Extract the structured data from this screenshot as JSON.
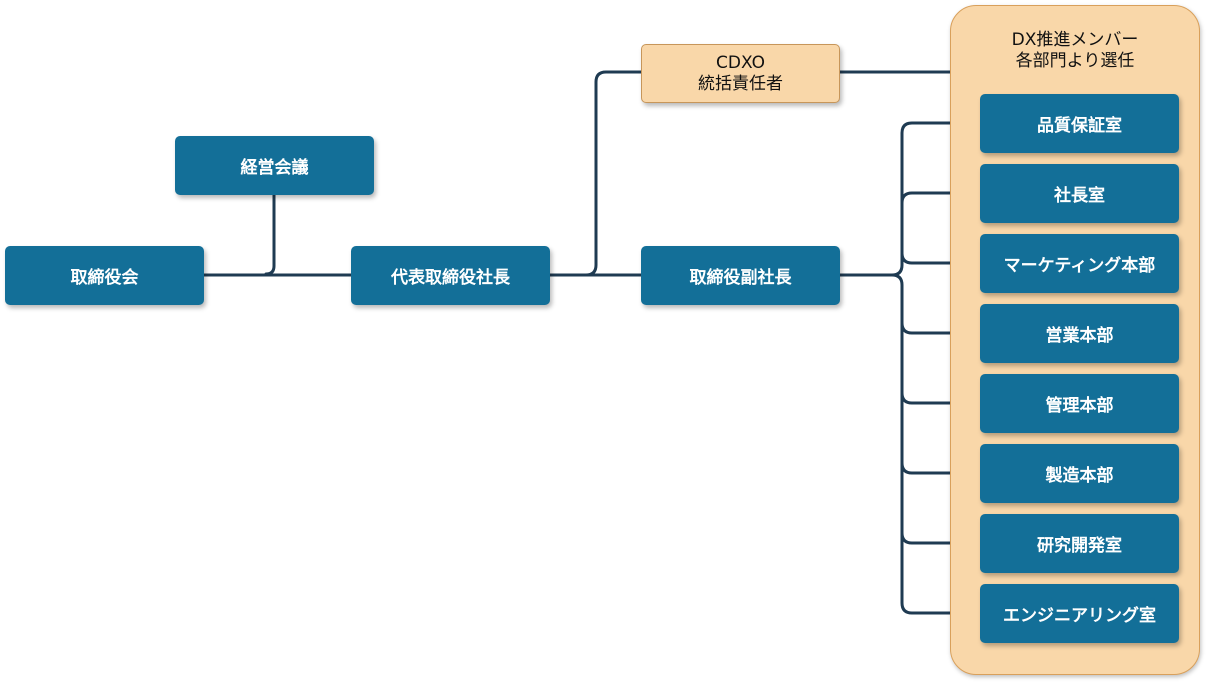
{
  "diagram": {
    "board": "取締役会",
    "management_meeting": "経営会議",
    "ceo": "代表取締役社長",
    "cdxo": {
      "line1": "CDXO",
      "line2": "統括責任者"
    },
    "vice_president": "取締役副社長",
    "dx_members": {
      "title_line1": "DX推進メンバー",
      "title_line2": "各部門より選任",
      "departments": [
        "品質保証室",
        "社長室",
        "マーケティング本部",
        "営業本部",
        "管理本部",
        "製造本部",
        "研究開発室",
        "エンジニアリング室"
      ]
    },
    "colors": {
      "node_fill": "#136f98",
      "highlight_fill": "#f9d7a9",
      "connector": "#1f3b52"
    }
  }
}
